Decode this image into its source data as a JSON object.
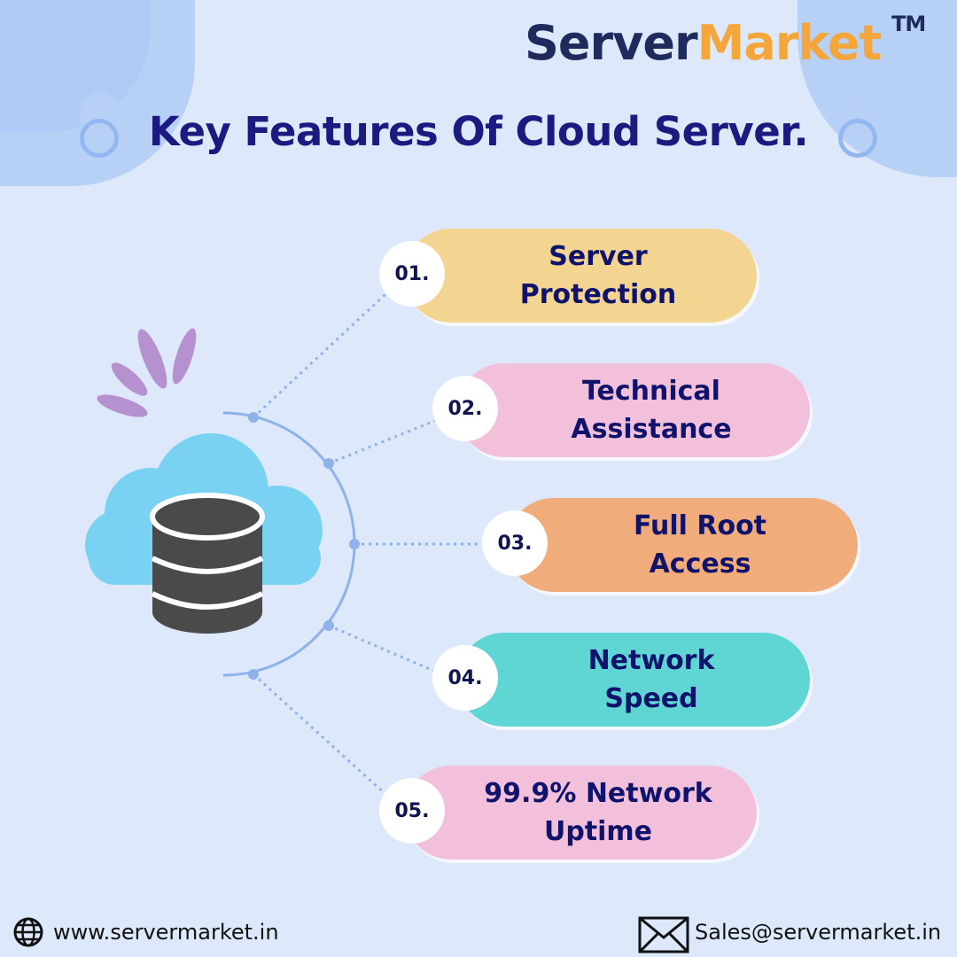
{
  "brand": {
    "name_part1": "Server",
    "name_part2": "Market",
    "trademark": "TM"
  },
  "title": "Key Features Of Cloud Server.",
  "features": [
    {
      "number": "01.",
      "label": "Server\nProtection",
      "color": "#f3d491"
    },
    {
      "number": "02.",
      "label": "Technical\nAssistance",
      "color": "#f3c0dc"
    },
    {
      "number": "03.",
      "label": "Full Root\nAccess",
      "color": "#f0ac7a"
    },
    {
      "number": "04.",
      "label": "Network\nSpeed",
      "color": "#5fd6d4"
    },
    {
      "number": "05.",
      "label": "99.9% Network\nUptime",
      "color": "#f3c0dc"
    }
  ],
  "footer": {
    "website": "www.servermarket.in",
    "email": "Sales@servermarket.in"
  },
  "icons": [
    "cloud-database-icon",
    "sparkle-icon",
    "globe-icon",
    "mail-icon"
  ],
  "colors": {
    "background": "#dde9fb",
    "title": "#1a1a80",
    "brand_dark": "#1e2b5c",
    "brand_accent": "#f4a63a",
    "connector": "#8fb2ea"
  }
}
